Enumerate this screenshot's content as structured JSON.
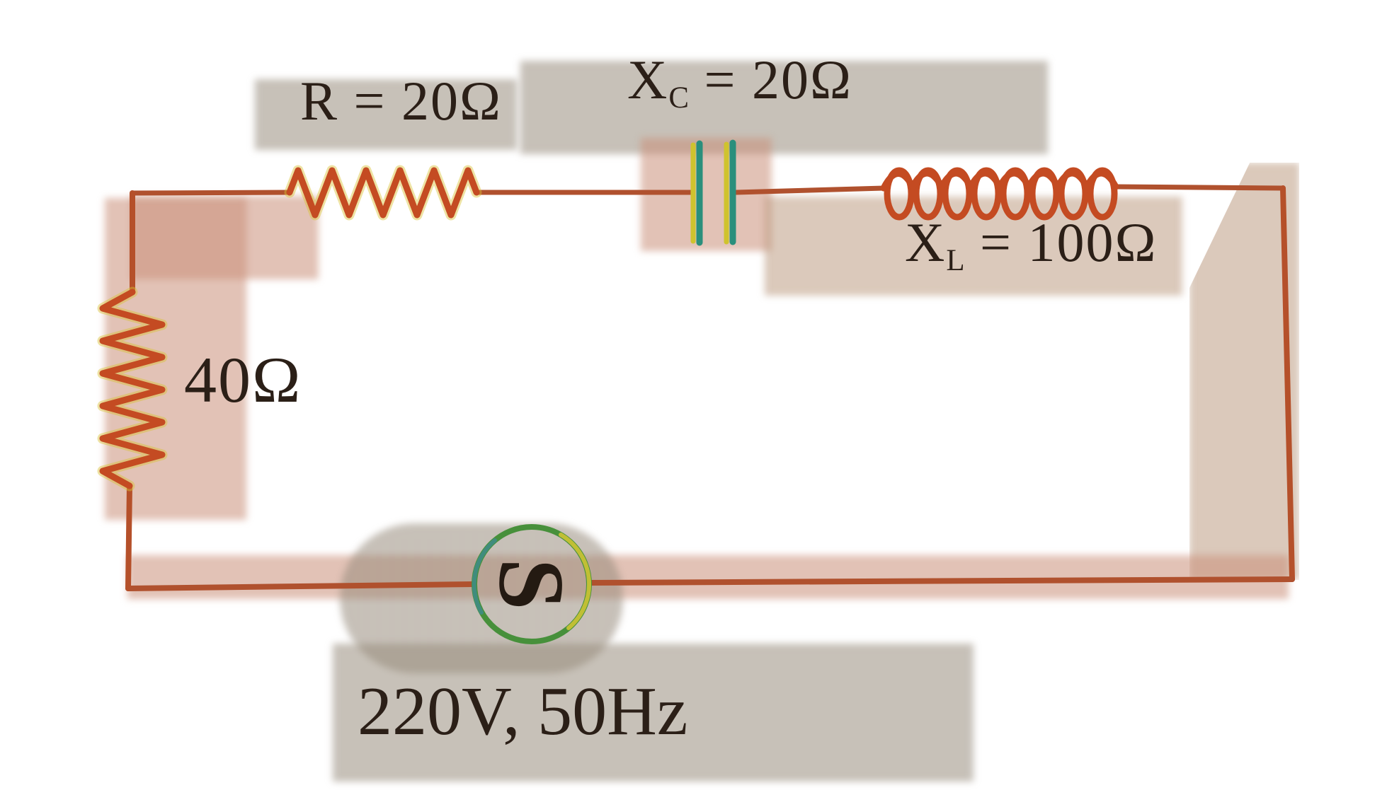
{
  "title": "Series AC circuit diagram",
  "diagram": {
    "kind": "electrical-circuit",
    "labels": {
      "resistor_r": "R = 20Ω",
      "capacitor_base": "X",
      "capacitor_sub": "C",
      "capacitor_rest": " = 20Ω",
      "inductor_base": "X",
      "inductor_sub": "L",
      "inductor_rest": " = 100Ω",
      "resistor_left": "40Ω",
      "source_caption": "220V, 50Hz",
      "source_symbol": "S"
    },
    "components": [
      {
        "id": "resistor-r",
        "type": "resistor",
        "value": "20 Ω"
      },
      {
        "id": "capacitor-xc",
        "type": "capacitor",
        "reactance": "20 Ω"
      },
      {
        "id": "inductor-xl",
        "type": "inductor",
        "reactance": "100 Ω"
      },
      {
        "id": "resistor-40",
        "type": "resistor",
        "value": "40 Ω"
      },
      {
        "id": "ac-source",
        "type": "ac-source",
        "voltage": "220 V",
        "frequency": "50 Hz"
      }
    ],
    "colors": {
      "wire": "#b0512e",
      "component_red": "#c44b22",
      "highlight_yellow": "#d9c035",
      "capacitor_teal": "#2a8f7c",
      "source_green": "#47903b",
      "ink_text": "#2b1f17"
    }
  }
}
